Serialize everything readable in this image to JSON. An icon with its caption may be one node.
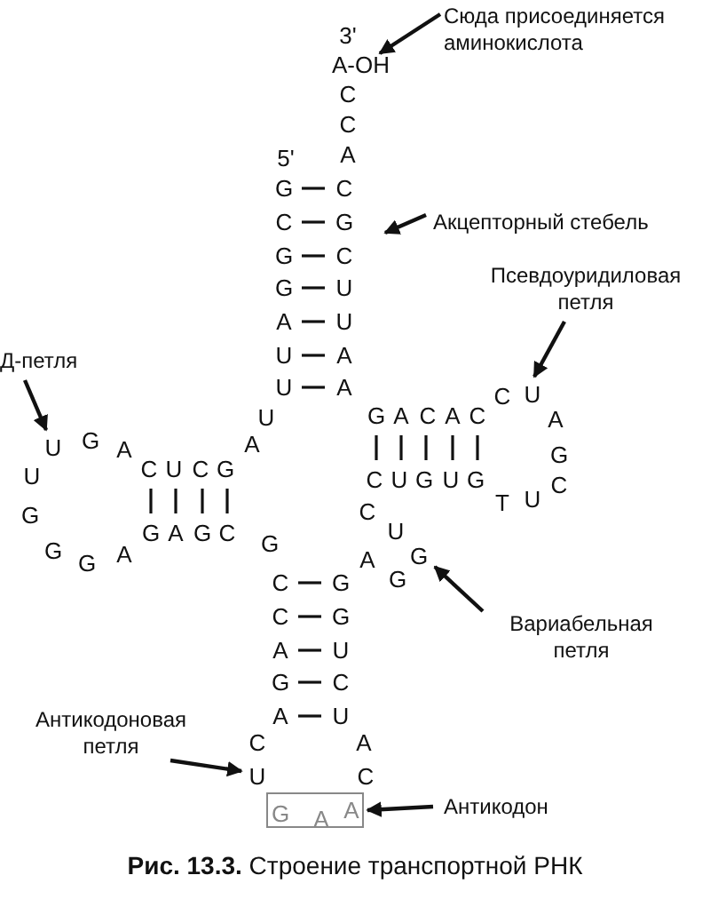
{
  "diagram": {
    "caption": "**Рис. 13.3.** Строение транспортной РНК",
    "nodes": [
      {
        "text": [
          "Сюда присоединяется аминокислота"
        ]
      },
      {
        "text": [
          "A-OH"
        ]
      },
      {
        "text": [
          "Акцепторный стебель"
        ]
      },
      {
        "text": [
          "Псевдоуридиловая петля"
        ]
      },
      {
        "text": [
          "Д-петля"
        ]
      },
      {
        "text": [
          "Вариабельная петля"
        ]
      },
      {
        "text": [
          "Антикодоновая петля"
        ]
      },
      {
        "text": [
          "Антикодон"
        ]
      },
      {
        "text": [
          "G",
          "A",
          "A"
        ]
      },
      {
        "text": [
          "U"
        ]
      },
      {
        "text": [
          "U"
        ]
      },
      {
        "text": [
          "G"
        ]
      },
      {
        "text": [
          "U"
        ]
      }
    ],
    "edges": [
      {
        "from": 0,
        "to": 1,
        "arrow": "to"
      },
      {
        "from": 2,
        "to": null,
        "arrow": "to"
      },
      {
        "from": 3,
        "to": 9,
        "arrow": "to"
      },
      {
        "from": 4,
        "to": 10,
        "arrow": "to"
      },
      {
        "from": 5,
        "to": 11,
        "arrow": "to"
      },
      {
        "from": 6,
        "to": 12,
        "arrow": "to"
      },
      {
        "from": 7,
        "to": 8,
        "arrow": "to"
      }
    ],
    "labels": [
      "3'",
      "C",
      "C",
      "5'",
      "A",
      "G",
      "C",
      "C",
      "G",
      "G",
      "C",
      "G",
      "U",
      "A",
      "U",
      "U",
      "A",
      "U",
      "A",
      "C",
      "U",
      "G",
      "A",
      "C",
      "A",
      "C",
      "A",
      "G",
      "A",
      "A",
      "G",
      "U",
      "C",
      "U",
      "C",
      "G",
      "C",
      "U",
      "G",
      "U",
      "G",
      "C",
      "G",
      "C",
      "T",
      "U",
      "G",
      "A",
      "G",
      "C",
      "G",
      "U",
      "G",
      "G",
      "A",
      "A",
      "C",
      "G",
      "G",
      "C",
      "G",
      "A",
      "U",
      "G",
      "C",
      "A",
      "U",
      "C",
      "A",
      "C"
    ]
  }
}
